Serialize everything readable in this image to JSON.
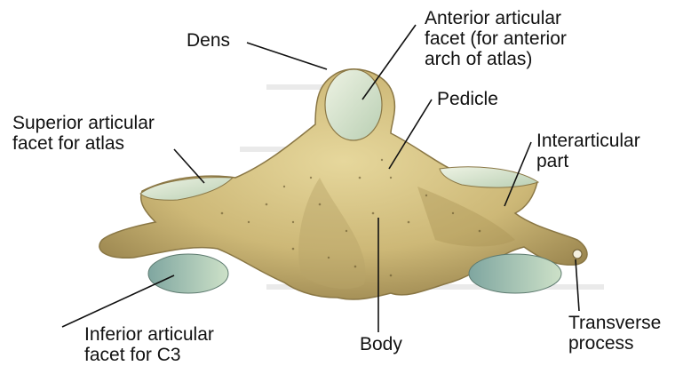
{
  "labels": {
    "dens": "Dens",
    "anterior_facet": [
      "Anterior articular",
      "facet (for anterior",
      "arch of atlas)"
    ],
    "pedicle": "Pedicle",
    "superior_facet": [
      "Superior articular",
      "facet for atlas"
    ],
    "interarticular": [
      "Interarticular",
      "part"
    ],
    "inferior_facet": [
      "Inferior articular",
      "facet for C3"
    ],
    "body": "Body",
    "transverse": [
      "Transverse",
      "process"
    ]
  },
  "colors": {
    "bone": "#d9c98a",
    "bone_shadow": "#a8955a",
    "facet": "#cfe0c8",
    "line": "#111111"
  }
}
